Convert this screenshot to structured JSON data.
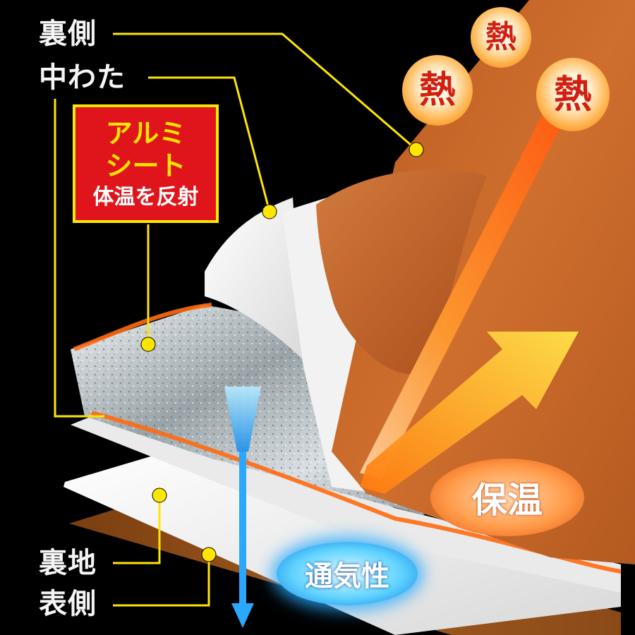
{
  "labels": {
    "ura_gawa": "裏側",
    "naka_wata": "中わた",
    "ura_ji": "裏地",
    "omote_gawa": "表側"
  },
  "alumi_box": {
    "title": "アルミ\nシート",
    "subtitle": "体温を反射"
  },
  "heat_badges": [
    "熱",
    "熱",
    "熱"
  ],
  "hoon": "保温",
  "tsuki_sei": "通気性",
  "colors": {
    "background": "#000000",
    "fleece_orange": "#c8682a",
    "callout_yellow": "#ffe600",
    "alumi_red": "#e0141b",
    "air_blue": "#2aa8ff"
  }
}
